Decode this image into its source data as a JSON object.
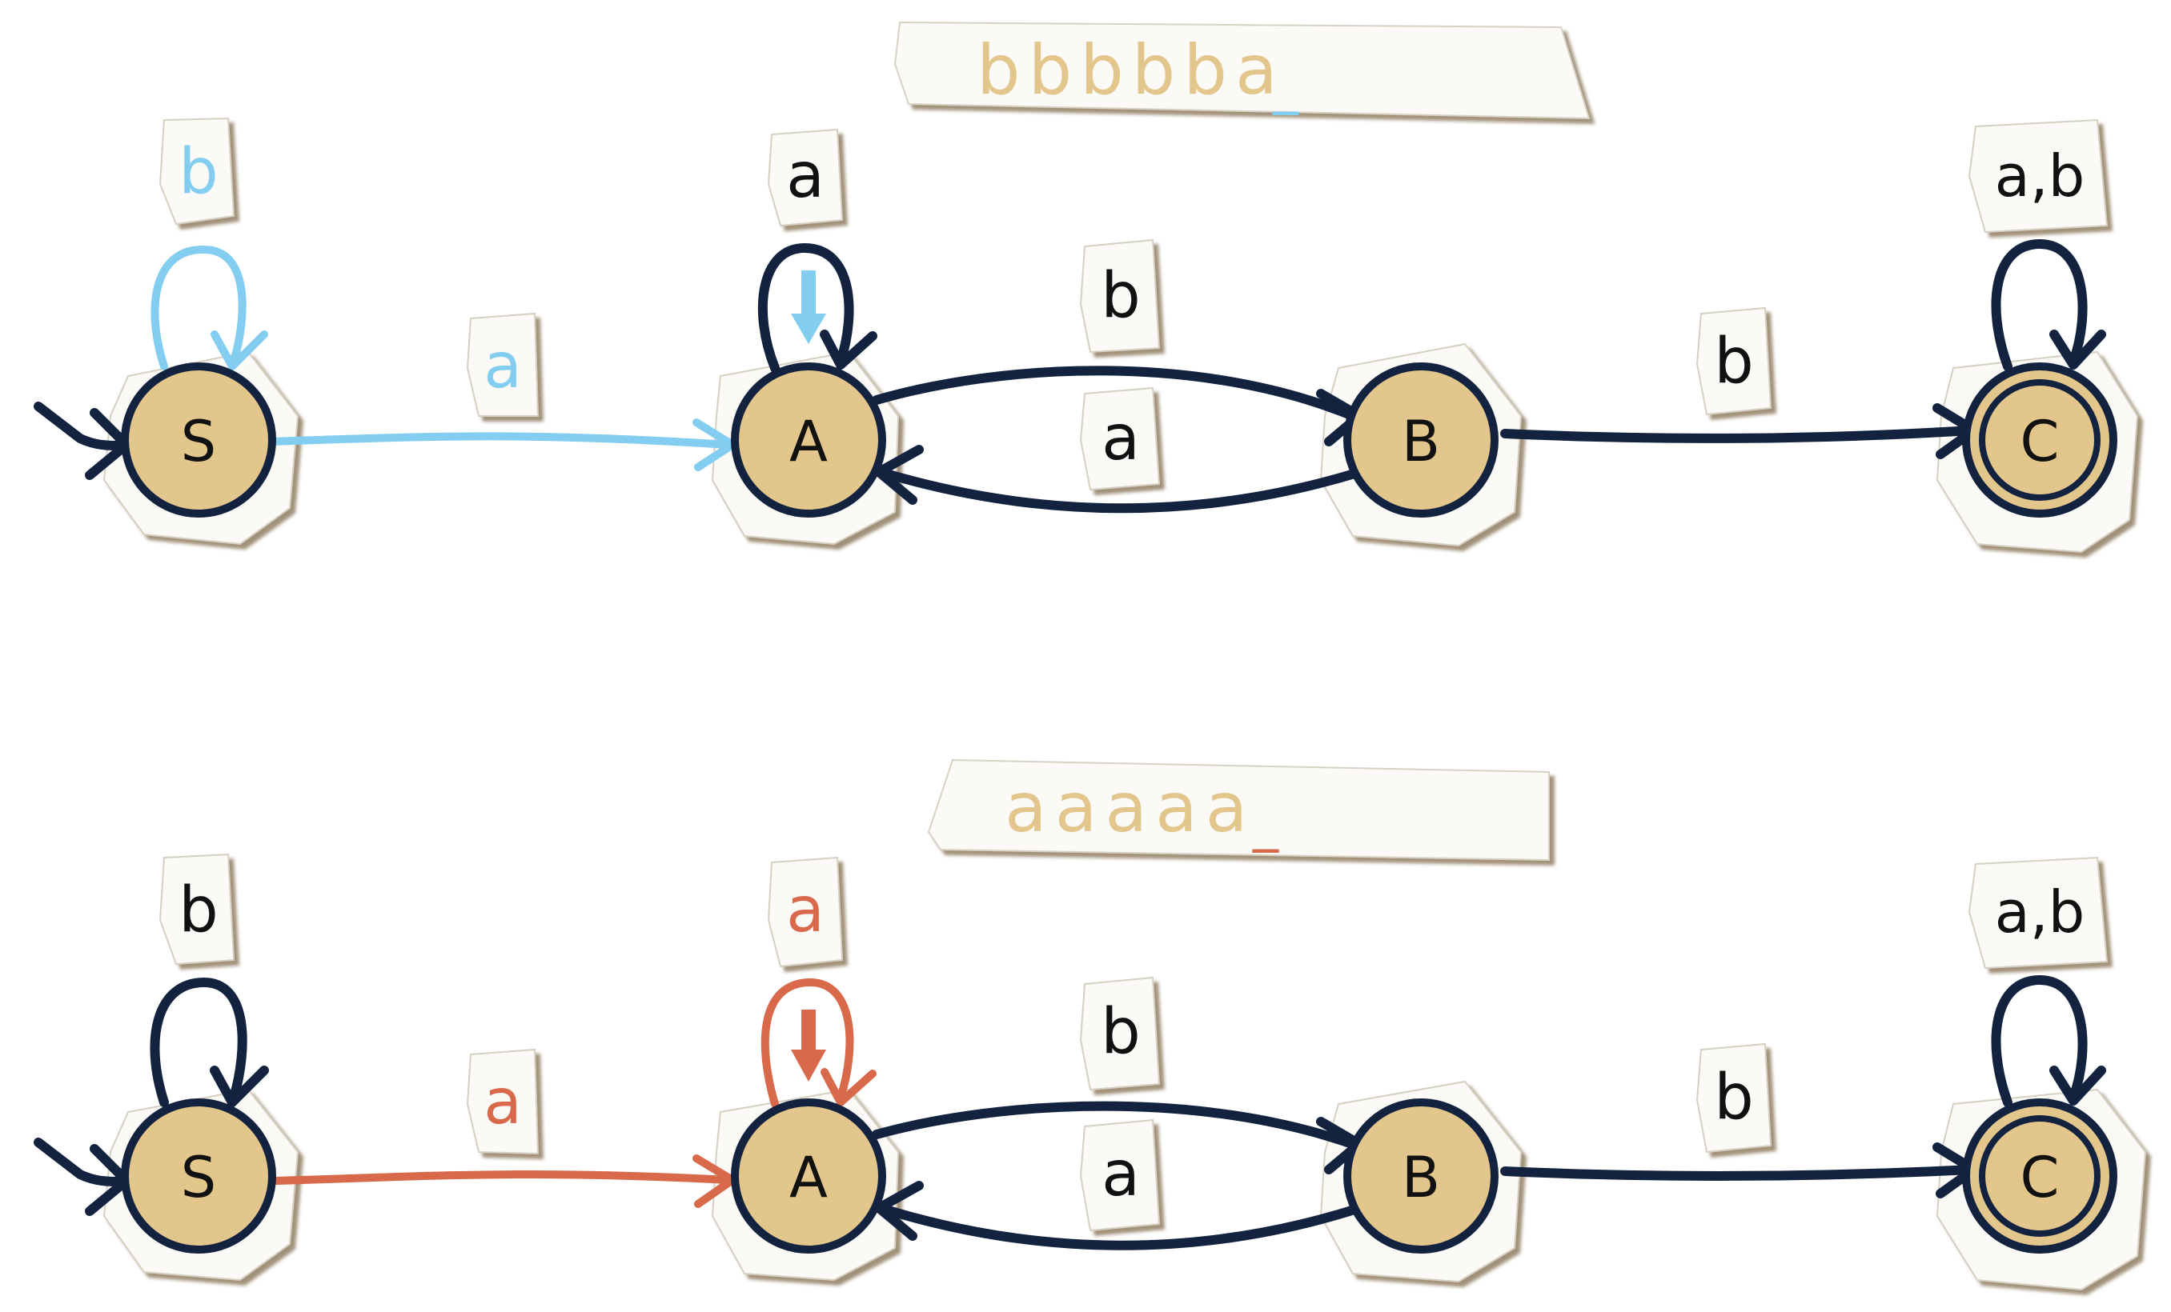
{
  "colors": {
    "ink": "#13233f",
    "state_fill": "#e3c68c",
    "paper": "#fbfaf6",
    "paper_edge": "#7a6a52",
    "tape_text": "#e3c68c",
    "active_top": "#82cdf0",
    "active_bottom": "#d9694b"
  },
  "diagrams": [
    {
      "tape": {
        "text": "bbbbba",
        "cursor": "_"
      },
      "states": {
        "S": "S",
        "A": "A",
        "B": "B",
        "C": "C"
      },
      "labels": {
        "s_loop": "b",
        "s_to_a": "a",
        "a_loop": "a",
        "a_to_b": "b",
        "b_to_a": "a",
        "b_to_c": "b",
        "c_loop": "a,b"
      }
    },
    {
      "tape": {
        "text": "aaaaa",
        "cursor": "_"
      },
      "states": {
        "S": "S",
        "A": "A",
        "B": "B",
        "C": "C"
      },
      "labels": {
        "s_loop": "b",
        "s_to_a": "a",
        "a_loop": "a",
        "a_to_b": "b",
        "b_to_a": "a",
        "b_to_c": "b",
        "c_loop": "a,b"
      }
    }
  ]
}
